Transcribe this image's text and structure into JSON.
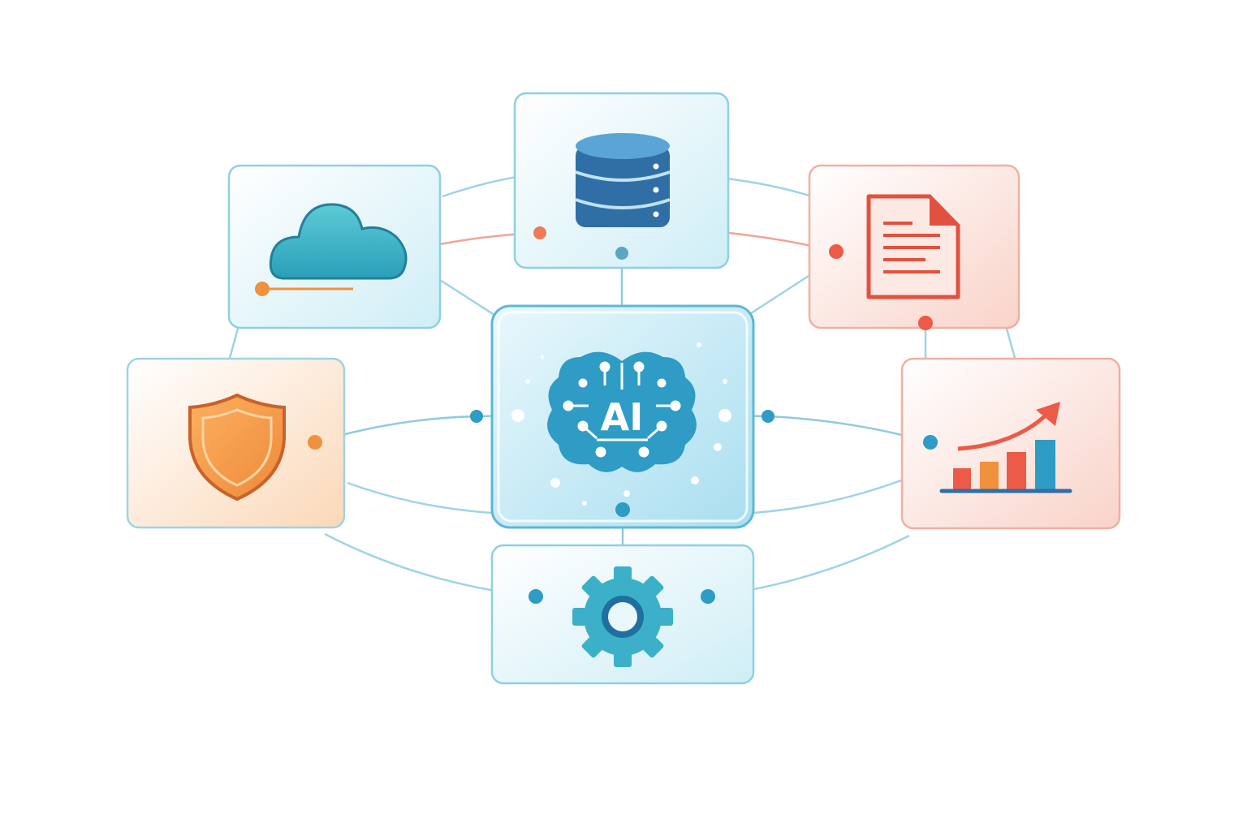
{
  "diagram": {
    "center": {
      "label": "AI",
      "icon": "brain-circuit-icon"
    },
    "nodes": [
      {
        "id": "database",
        "icon": "database-icon"
      },
      {
        "id": "cloud",
        "icon": "cloud-icon"
      },
      {
        "id": "document",
        "icon": "document-icon"
      },
      {
        "id": "security",
        "icon": "shield-icon"
      },
      {
        "id": "analytics",
        "icon": "bar-chart-trend-icon"
      },
      {
        "id": "settings",
        "icon": "gear-icon"
      }
    ]
  },
  "colors": {
    "primary_blue": "#2e9cc4",
    "dark_blue": "#2f6fa6",
    "teal": "#3bb6c6",
    "coral": "#ec5a48",
    "orange": "#f0913f",
    "line_blue": "#8ecbe0",
    "line_coral": "#efa596",
    "box_border": "#8ed0e2"
  }
}
